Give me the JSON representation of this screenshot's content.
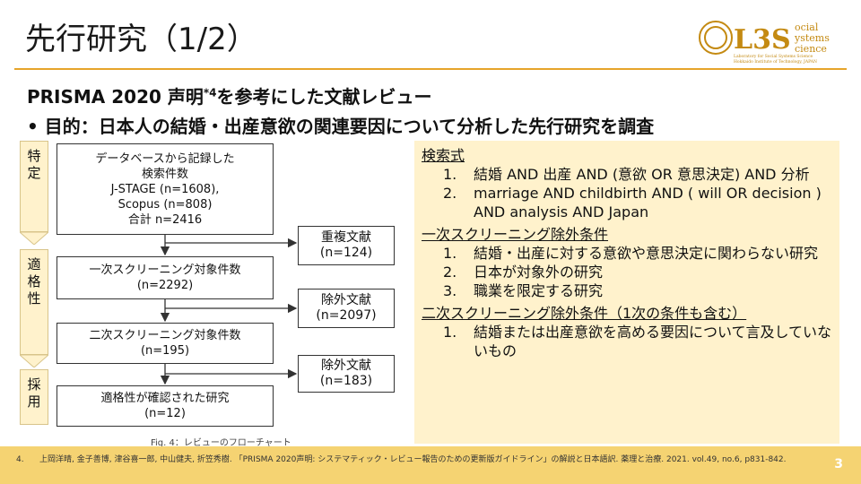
{
  "slide": {
    "title": "先行研究（1/2）",
    "subtitle_main": "PRISMA 2020 声明",
    "subtitle_sup": "*4",
    "subtitle_rest": "を参考にした文献レビュー",
    "bullet": "• 目的：日本人の結婚・出産意欲の関連要因について分析した先行研究を調査",
    "page_number": "3"
  },
  "logo": {
    "mark": "L3S",
    "line1": "ocial",
    "line2": "ystems",
    "line3": "cience",
    "tagline1": "Laboratory for Social Systems Science",
    "tagline2": "Hokkaido Institute of Technology, JAPAN"
  },
  "flow": {
    "stages": [
      "特定",
      "適格性",
      "採用"
    ],
    "box_identified": [
      "データベースから記録した",
      "検索件数",
      "J-STAGE (n=1608),",
      "Scopus (n=808)",
      "合計 n=2416"
    ],
    "box_first": [
      "一次スクリーニング対象件数",
      "(n=2292)"
    ],
    "box_second": [
      "二次スクリーニング対象件数",
      "(n=195)"
    ],
    "box_included": [
      "適格性が確認された研究",
      "(n=12)"
    ],
    "excl_duplicate": [
      "重複文献",
      "(n=124)"
    ],
    "excl_first": [
      "除外文献",
      "(n=2097)"
    ],
    "excl_second": [
      "除外文献",
      "(n=183)"
    ],
    "caption": "Fig. 4：レビューのフローチャート"
  },
  "panel": {
    "search_title": "検索式",
    "search_items": [
      {
        "num": "1.",
        "text": "結婚 AND 出産 AND (意欲 OR 意思決定) AND 分析"
      },
      {
        "num": "2.",
        "text": "marriage AND childbirth AND ( will OR decision ) AND analysis AND Japan"
      }
    ],
    "first_title": "一次スクリーニング除外条件",
    "first_items": [
      {
        "num": "1.",
        "text": "結婚・出産に対する意欲や意思決定に関わらない研究"
      },
      {
        "num": "2.",
        "text": "日本が対象外の研究"
      },
      {
        "num": "3.",
        "text": "職業を限定する研究"
      }
    ],
    "second_title": "二次スクリーニング除外条件（1次の条件も含む）",
    "second_items": [
      {
        "num": "1.",
        "text": "結婚または出産意欲を高める要因について言及していないもの"
      }
    ]
  },
  "footer": {
    "number": "4.",
    "text": "上岡洋晴, 金子善博, 津谷喜一郎, 中山健夫, 折笠秀樹. 「PRISMA 2020声明: システマティック・レビュー報告のための更新版ガイドライン」の解説と日本語訳. 薬理と治療. 2021. vol.49, no.6, p831-842."
  },
  "colors": {
    "accent": "#e6a42a",
    "panel_bg": "#fff2cc",
    "footer_bg": "#f5d372"
  }
}
